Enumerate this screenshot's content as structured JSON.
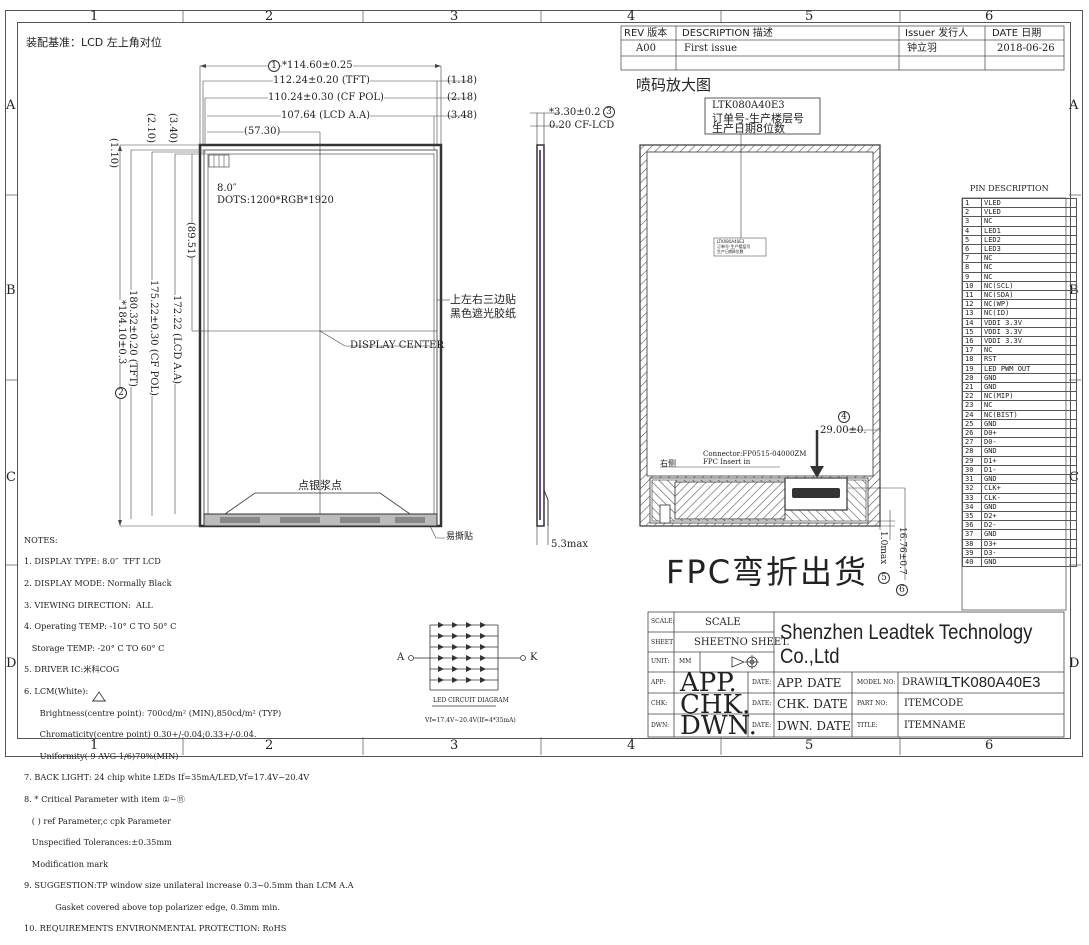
{
  "frame": {
    "columns": [
      "1",
      "2",
      "3",
      "4",
      "5",
      "6"
    ],
    "rows": [
      "A",
      "B",
      "C",
      "D"
    ]
  },
  "revision": {
    "headers": {
      "rev": "REV 版本",
      "desc": "DESCRIPTION 描述",
      "issuer": "Issuer 发行人",
      "date": "DATE 日期"
    },
    "row": {
      "rev": "A00",
      "desc": "First issue",
      "issuer": "钟立羽",
      "date": "2018-06-26"
    }
  },
  "assembly_note": "装配基准：LCD 左上角对位",
  "dimensions": {
    "w1": "*114.60±0.25",
    "w1_num": "1",
    "w2": "112.24±0.20 (TFT)",
    "w3": "110.24±0.30 (CF POL)",
    "w4": "107.64 (LCD A.A)",
    "w5": "(57.30)",
    "r1": "(1.18)",
    "r2": "(2.18)",
    "r3": "(3.48)",
    "v1": "(1.10)",
    "v2": "(2.10)",
    "v3": "(3.40)",
    "v4": "(89.51)",
    "h1": "*184.10±0.3",
    "h1_num": "2",
    "h2": "180.32±0.20 (TFT)",
    "h3": "175.22±0.30 (CF POL)",
    "h4": "172.22 (LCD A.A)",
    "side1": "*3.30±0.2",
    "side1_num": "3",
    "side2": "0.20 CF-LCD",
    "side3": "5.3max",
    "fpc_dim": "29.00±0.",
    "fpc_dim_num": "4",
    "fpc_v1": "1.0max",
    "fpc_v1_num": "5",
    "fpc_v2": "16.76±0.7",
    "fpc_v2_num": "6"
  },
  "front": {
    "size": "8.0″",
    "dots": "DOTS:1200*RGB*1920",
    "display_center": "DISPLAY CENTER",
    "tape_note_1": "上左右三边贴",
    "tape_note_2": "黑色遮光胶纸",
    "silver_glue": "点银浆点",
    "easy_tear": "易撕贴"
  },
  "back": {
    "zoom_title": "喷码放大图",
    "label_line1": "LTK080A40E3",
    "label_line2": "订单号-生产楼层号",
    "label_line3": "生产日期8位数",
    "connector": "Connector:FP0515-04000ZM",
    "fpc_insert": "FPC Insert in",
    "right_side": "右侧",
    "fpc_ship": "FPC弯折出货"
  },
  "notes": [
    "NOTES:",
    "1. DISPLAY TYPE: 8.0″  TFT LCD",
    "2. DISPLAY MODE: Normally Black",
    "3. VIEWING DIRECTION:  ALL",
    "4. Operating TEMP: -10° C TO 50° C",
    "   Storage TEMP: -20° C TO 60° C",
    "5. DRIVER IC:米科COG",
    "6. LCM(White):",
    "      Brightness(centre point): 700cd/m² (MIN),850cd/m² (TYP)",
    "      Chromaticity(centre point) 0.30+/-0.04;0.33+/-0.04.",
    "      Uniformity( 9 AVG 1/6)70%(MIN)",
    "7. BACK LIGHT: 24 chip white LEDs If=35mA/LED,Vf=17.4V~20.4V",
    "8. * Critical Parameter with item ①~⑪",
    "   ( ) ref Parameter,c cpk Parameter",
    "   Unspecified Tolerances:±0.35mm",
    "   Modification mark",
    "9. SUGGESTION:TP window size unilateral increase 0.3~0.5mm than LCM A.A",
    "            Gasket covered above top polarizer edge, 0.3mm min.",
    "10. REQUIREMENTS ENVIRONMENTAL PROTECTION: RoHS"
  ],
  "led": {
    "anode": "A",
    "cathode": "K",
    "caption": "LED CIRCUIT DIAGRAM",
    "spec": "Vf=17.4V~20.4V(If=4*35mA)"
  },
  "pins": {
    "title": "PIN DESCRIPTION",
    "rows": [
      [
        "1",
        "VLED"
      ],
      [
        "2",
        "VLED"
      ],
      [
        "3",
        "NC"
      ],
      [
        "4",
        "LED1"
      ],
      [
        "5",
        "LED2"
      ],
      [
        "6",
        "LED3"
      ],
      [
        "7",
        "NC"
      ],
      [
        "8",
        "NC"
      ],
      [
        "9",
        "NC"
      ],
      [
        "10",
        "NC(SCL)"
      ],
      [
        "11",
        "NC(SDA)"
      ],
      [
        "12",
        "NC(WP)"
      ],
      [
        "13",
        "NC(ID)"
      ],
      [
        "14",
        "VDDI 3.3V"
      ],
      [
        "15",
        "VDDI 3.3V"
      ],
      [
        "16",
        "VDDI 3.3V"
      ],
      [
        "17",
        "NC"
      ],
      [
        "18",
        "RST"
      ],
      [
        "19",
        "LED PWM OUT"
      ],
      [
        "20",
        "GND"
      ],
      [
        "21",
        "GND"
      ],
      [
        "22",
        "NC(MIP)"
      ],
      [
        "23",
        "NC"
      ],
      [
        "24",
        "NC(BIST)"
      ],
      [
        "25",
        "GND"
      ],
      [
        "26",
        "D0+"
      ],
      [
        "27",
        "D0-"
      ],
      [
        "28",
        "GND"
      ],
      [
        "29",
        "D1+"
      ],
      [
        "30",
        "D1-"
      ],
      [
        "31",
        "GND"
      ],
      [
        "32",
        "CLK+"
      ],
      [
        "33",
        "CLK-"
      ],
      [
        "34",
        "GND"
      ],
      [
        "35",
        "D2+"
      ],
      [
        "36",
        "D2-"
      ],
      [
        "37",
        "GND"
      ],
      [
        "38",
        "D3+"
      ],
      [
        "39",
        "D3-"
      ],
      [
        "40",
        "GND"
      ]
    ]
  },
  "title_block": {
    "scale_label": "SCALE:",
    "scale": "SCALE",
    "sheet_label": "SHEET:",
    "sheet": "SHEETNO SHEET.",
    "unit_label": "UNIT:",
    "unit": "MM",
    "company": "Shenzhen Leadtek Technology Co.,Ltd",
    "app_label": "APP:",
    "app": "APP.",
    "app_date_label": "DATE:",
    "app_date": "APP. DATE",
    "chk_label": "CHK:",
    "chk": "CHK.",
    "chk_date_label": "DATE:",
    "chk_date": "CHK. DATE",
    "dwn_label": "DWN:",
    "dwn": "DWN.",
    "dwn_date_label": "DATE:",
    "dwn_date": "DWN. DATE",
    "model_label": "MODEL NO:",
    "model_prefix": "DRAWID",
    "model": "LTK080A40E3",
    "part_label": "PART NO:",
    "part": "ITEMCODE",
    "title_label": "TITLE:",
    "title": "ITEMNAME"
  }
}
